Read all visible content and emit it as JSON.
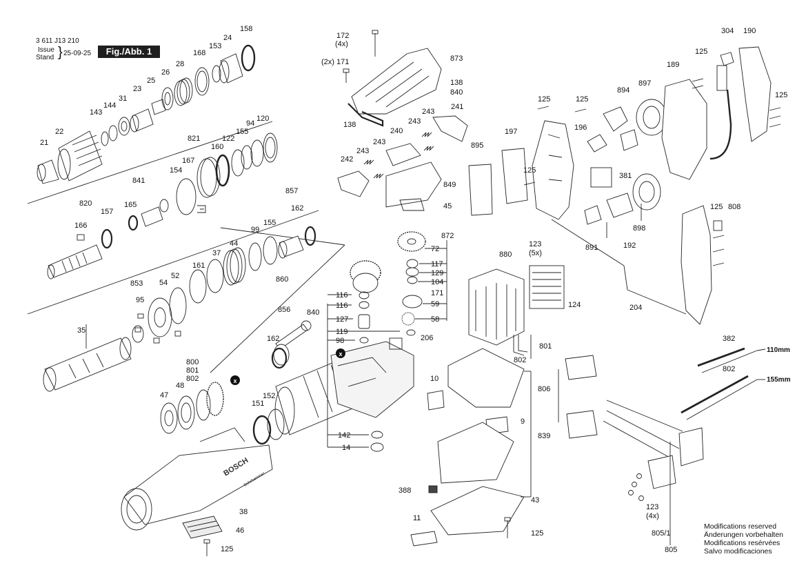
{
  "header": {
    "doc_number": "3 611 J13 210",
    "issue_label": "Issue",
    "stand_label": "Stand",
    "issue_date": "25-09-25",
    "figure_label": "Fig./Abb. 1"
  },
  "brand": {
    "logo_text": "BOSCH",
    "product_text": "Bohrhammer"
  },
  "notes": [
    "Modifications reserved",
    "Änderungen vorbehalten",
    "Modifications resérvées",
    "Salvo modificaciones"
  ],
  "callouts": {
    "c158": "158",
    "c24": "24",
    "c153": "153",
    "c168": "168",
    "c28": "28",
    "c26": "26",
    "c25": "25",
    "c23": "23",
    "c31": "31",
    "c144": "144",
    "c143": "143",
    "c22": "22",
    "c21": "21",
    "c821": "821",
    "c167": "167",
    "c154": "154",
    "c160": "160",
    "c122": "122",
    "c155a": "155",
    "c94": "94",
    "c120": "120",
    "c841": "841",
    "c165": "165",
    "c857": "857",
    "c162a": "162",
    "c820": "820",
    "c157": "157",
    "c166": "166",
    "c99": "99",
    "c155b": "155",
    "c37": "37",
    "c44": "44",
    "c161": "161",
    "c860": "860",
    "c853": "853",
    "c54": "54",
    "c52": "52",
    "c95": "95",
    "c856": "856",
    "c35": "35",
    "c162b": "162",
    "c800": "800",
    "c801": "801",
    "c802a": "802",
    "c48": "48",
    "c47": "47",
    "c151": "151",
    "c152": "152",
    "c38": "38",
    "c46": "46",
    "c125a": "125",
    "c172": "172",
    "c172q": "(4x)",
    "c171a": "(2x) 171",
    "c873": "873",
    "c138a": "138",
    "c840a": "840",
    "c138b": "138",
    "c243a": "243",
    "c241": "241",
    "c240": "240",
    "c243b": "243",
    "c243c": "243",
    "c242": "242",
    "c243d": "243",
    "c849": "849",
    "c45": "45",
    "c872": "872",
    "c72": "72",
    "c117": "117",
    "c129": "129",
    "c104": "104",
    "c171b": "171",
    "c59": "59",
    "c58": "58",
    "c116a": "116",
    "c116b": "116",
    "c840b": "840",
    "c127": "127",
    "c119": "119",
    "c98": "98",
    "c206": "206",
    "c142": "142",
    "c14": "14",
    "c880": "880",
    "c123a": "123",
    "c123aq": "(5x)",
    "c124": "124",
    "c801b": "801",
    "c802b": "802",
    "c10": "10",
    "c9": "9",
    "c839": "839",
    "c388": "388",
    "c43": "43",
    "c11": "11",
    "c125b": "125",
    "c304": "304",
    "c190": "190",
    "c125c": "125",
    "c189": "189",
    "c894": "894",
    "c897": "897",
    "c125d": "125",
    "c125e": "125",
    "c125f": "125",
    "c197": "197",
    "c196": "196",
    "c895": "895",
    "c125g": "125",
    "c381": "381",
    "c898": "898",
    "c891": "891",
    "c192": "192",
    "c125h": "125",
    "c808": "808",
    "c204": "204",
    "c382": "382",
    "c110": "110mm",
    "c802c": "802",
    "c155mm": "155mm",
    "c806": "806",
    "c123b": "123",
    "c123bq": "(4x)",
    "c805_1": "805/1",
    "c805": "805"
  }
}
